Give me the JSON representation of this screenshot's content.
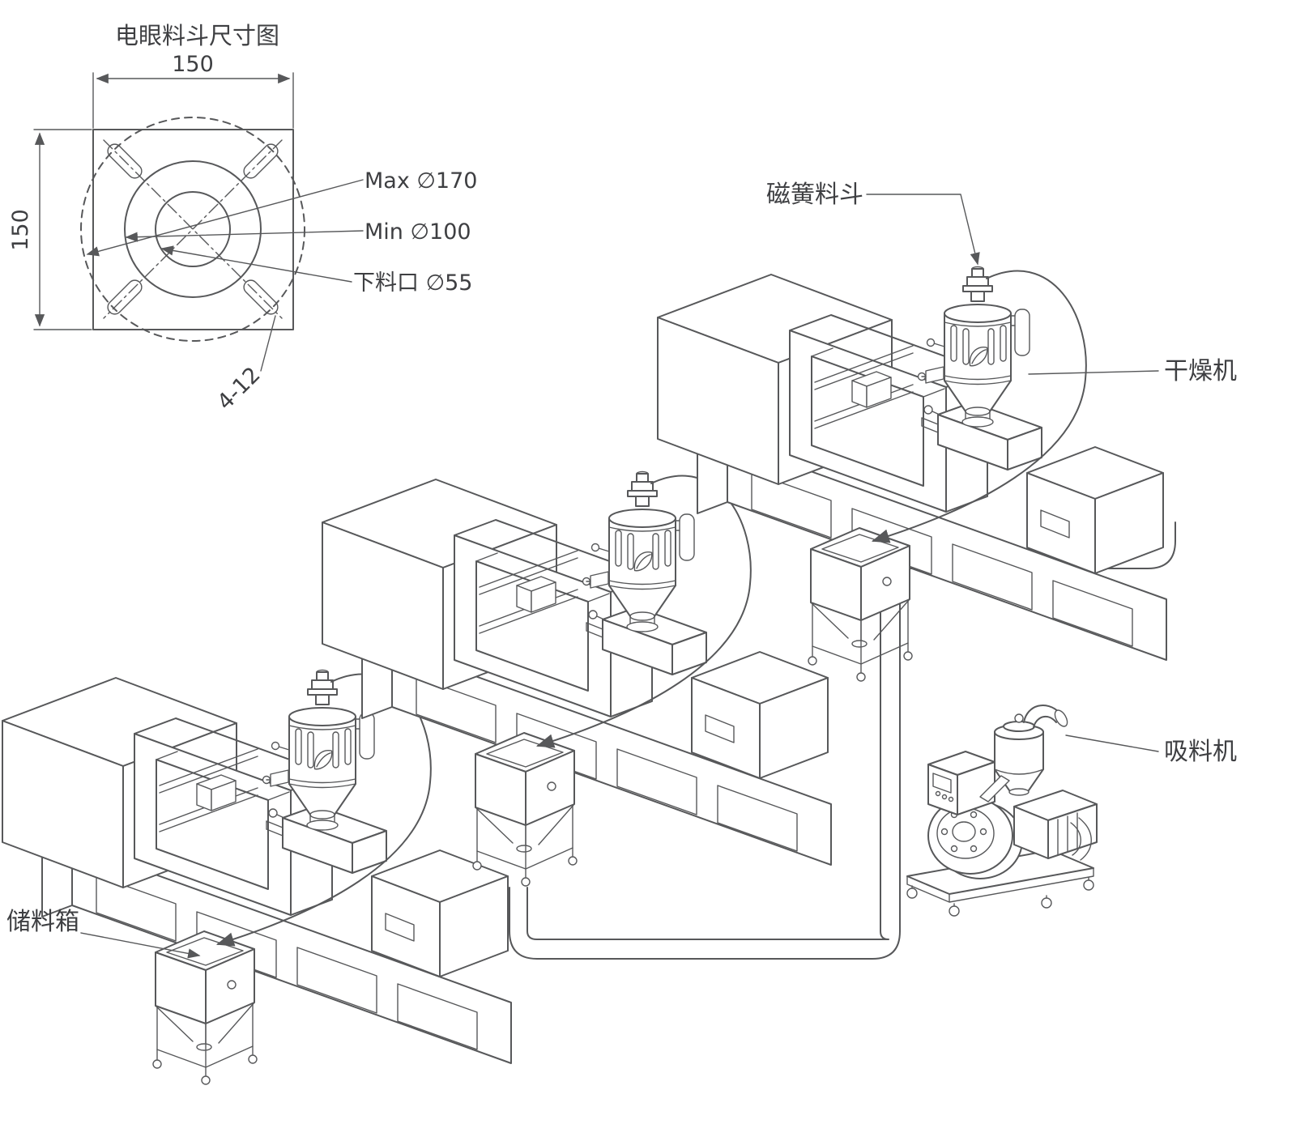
{
  "dimension_diagram": {
    "title": "电眼料斗尺寸图",
    "width_label": "150",
    "height_label": "150",
    "max_label": "Max ∅170",
    "min_label": "Min ∅100",
    "outlet_label": "下料口 ∅55",
    "holes_label": "4-12"
  },
  "component_labels": {
    "reed_hopper": "磁簧料斗",
    "dryer": "干燥机",
    "suction_loader": "吸料机",
    "storage_box": "储料箱"
  },
  "colors": {
    "line": "#57585a",
    "text": "#3e3f42",
    "background": "#ffffff"
  }
}
